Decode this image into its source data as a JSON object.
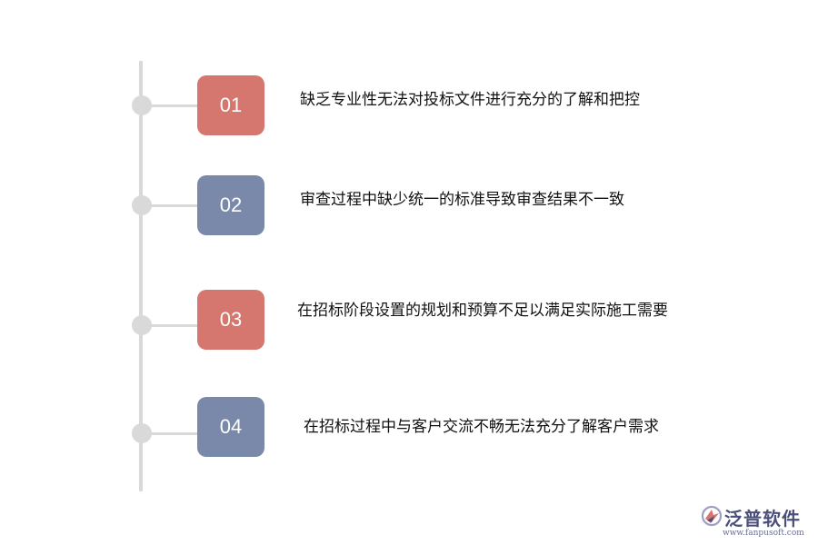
{
  "steps": [
    {
      "number": "01",
      "text": "缺乏专业性无法对投标文件进行充分的了解和把控",
      "color": "#d5776f"
    },
    {
      "number": "02",
      "text": "审查过程中缺少统一的标准导致审查结果不一致",
      "color": "#7a89aa"
    },
    {
      "number": "03",
      "text": "在招标阶段设置的规划和预算不足以满足实际施工需要",
      "color": "#d5776f"
    },
    {
      "number": "04",
      "text": "在招标过程中与客户交流不畅无法充分了解客户需求",
      "color": "#7a89aa"
    }
  ],
  "timeline_color": "#d9d9d9",
  "logo": {
    "name": "泛普软件",
    "url": "www.fanpusoft.com",
    "icon": "fanpu-logo-icon"
  }
}
